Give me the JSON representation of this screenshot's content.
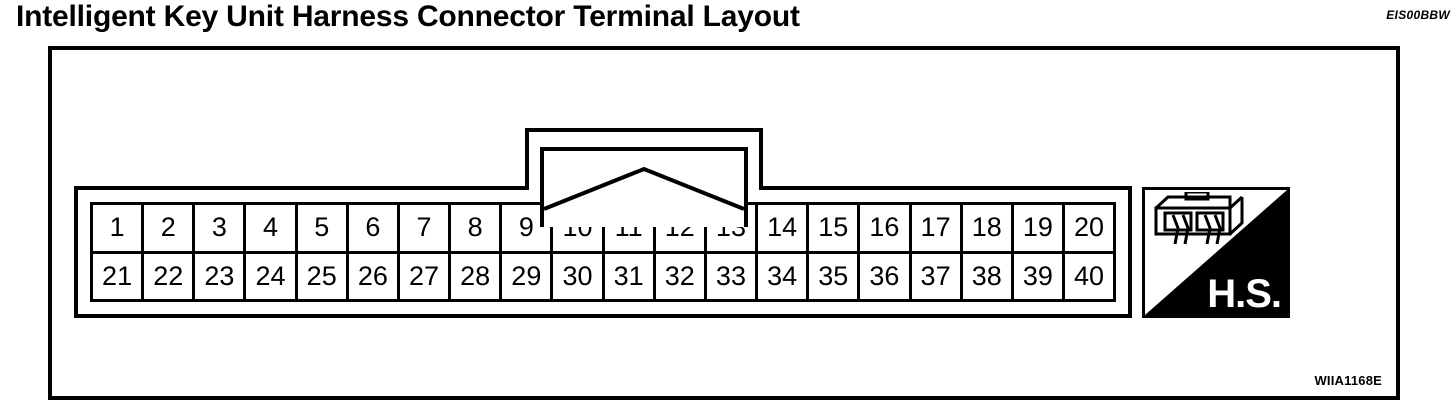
{
  "title": "Intelligent Key Unit Harness Connector Terminal Layout",
  "doc_ref_code": "EIS00BBW",
  "figure_id": "WIIA1168E",
  "connector": {
    "name": "intelligent-key-unit-harness-connector",
    "total_terminals": 40,
    "rows": [
      {
        "row_name": "top-terminal-row",
        "terminals": [
          "1",
          "2",
          "3",
          "4",
          "5",
          "6",
          "7",
          "8",
          "9",
          "10",
          "11",
          "12",
          "13",
          "14",
          "15",
          "16",
          "17",
          "18",
          "19",
          "20"
        ]
      },
      {
        "row_name": "bottom-terminal-row",
        "terminals": [
          "21",
          "22",
          "23",
          "24",
          "25",
          "26",
          "27",
          "28",
          "29",
          "30",
          "31",
          "32",
          "33",
          "34",
          "35",
          "36",
          "37",
          "38",
          "39",
          "40"
        ]
      }
    ]
  },
  "hs_badge": {
    "label": "H.S.",
    "meaning": "harness-side-connector-view",
    "icon": "connector-block-icon"
  },
  "colors": {
    "line": "#000000",
    "background": "#ffffff",
    "badge_fill": "#000000",
    "badge_text": "#ffffff"
  }
}
